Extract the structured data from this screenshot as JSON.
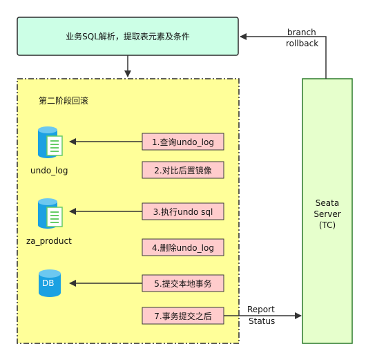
{
  "top_box": {
    "text": "业务SQL解析，提取表元素及条件"
  },
  "branch_rollback": {
    "line1": "branch",
    "line2": "rollback"
  },
  "phase2": {
    "title": "第二阶段回滚"
  },
  "databases": [
    {
      "label": "undo_log",
      "icon": "document-db-icon"
    },
    {
      "label": "za_product",
      "icon": "document-db-icon"
    },
    {
      "label": "",
      "icon": "db-icon",
      "icon_text": "DB"
    }
  ],
  "steps": [
    {
      "label": "1.查询undo_log"
    },
    {
      "label": "2.对比后置镜像"
    },
    {
      "label": "3.执行undo sql"
    },
    {
      "label": "4.删除undo_log"
    },
    {
      "label": "5.提交本地事务"
    },
    {
      "label": "7.事务提交之后"
    }
  ],
  "report_status": {
    "line1": "Report",
    "line2": "Status"
  },
  "server": {
    "line1": "Seata",
    "line2": "Server",
    "line3": "(TC)"
  },
  "colors": {
    "top_box_fill": "#ccffe6",
    "top_box_stroke": "#2b2b2b",
    "phase_fill": "#ffff99",
    "phase_stroke": "#2b2b2b",
    "step_fill": "#ffcccc",
    "step_stroke": "#3a3a3a",
    "server_fill": "#e6ffcc",
    "server_stroke": "#2b7a2b",
    "db_blue": "#1ba1e2",
    "doc_green": "#66cc66"
  }
}
